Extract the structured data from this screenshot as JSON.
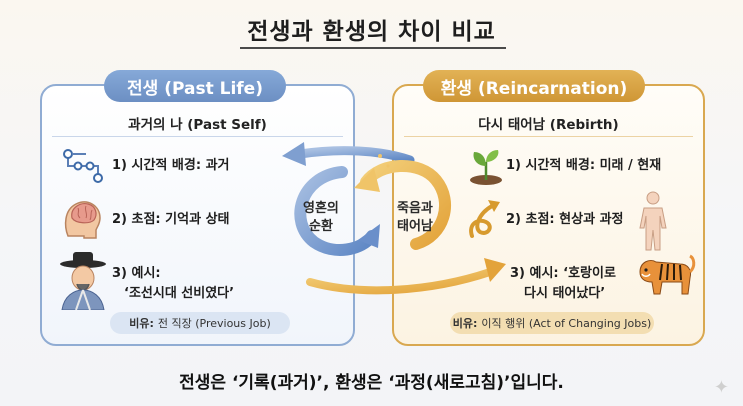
{
  "title": "전생과 환생의 차이 비교",
  "left": {
    "pill": "전생 (Past Life)",
    "subtitle": "과거의 나 (Past Self)",
    "item1": "1) 시간적 배경: 과거",
    "item2": "2) 초점: 기억과 상태",
    "item3_line1": "3) 예시:",
    "item3_line2": "‘조선시대 선비였다’",
    "badge_bold": "비유:",
    "badge_text": "전 직장 (Previous Job)",
    "icons": [
      "timeline-icon",
      "brain-icon",
      "scholar-icon"
    ],
    "accent": "#6c8fc3"
  },
  "right": {
    "pill": "환생 (Reincarnation)",
    "subtitle": "다시 태어남 (Rebirth)",
    "item1": "1) 시간적 배경: 미래 / 현재",
    "item2": "2) 초점: 현상과 과정",
    "item3_line1": "3) 예시: ‘호랑이로",
    "item3_line2": "다시 태어났다’",
    "badge_bold": "비유:",
    "badge_text": "이직 행위 (Act of Changing Jobs)",
    "icons": [
      "sprout-icon",
      "growth-arrow-icon",
      "human-body-icon",
      "tiger-icon"
    ],
    "accent": "#cf9635"
  },
  "center": {
    "left_line1": "영혼의",
    "left_line2": "순환",
    "right_line1": "죽음과",
    "right_line2": "태어남"
  },
  "footer": "전생은 ‘기록(과거)’, 환생은 ‘과정(새로고침)’입니다."
}
